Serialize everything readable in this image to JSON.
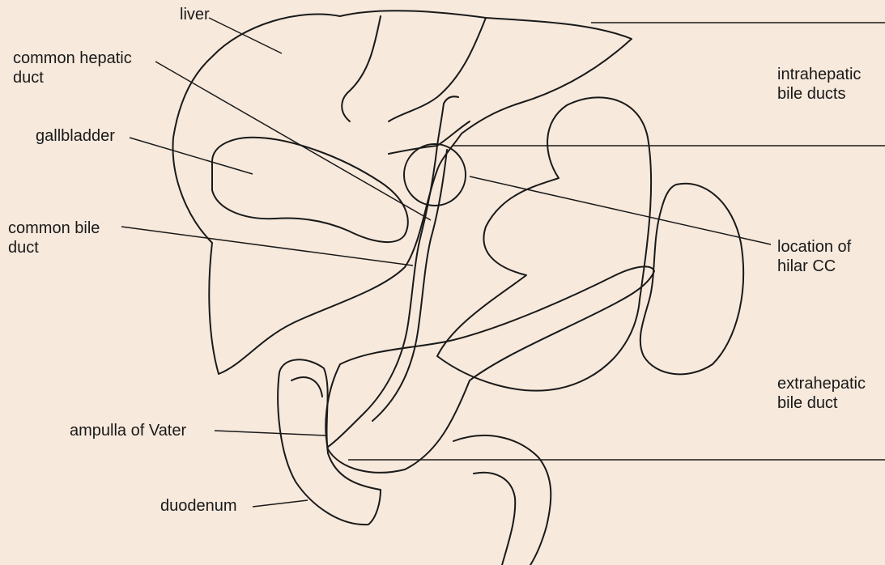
{
  "labels": {
    "liver": "liver",
    "common_hepatic_duct": [
      "common hepatic",
      "duct"
    ],
    "gallbladder": "gallbladder",
    "common_bile_duct": [
      "common bile",
      "duct"
    ],
    "ampulla_of_vater": "ampulla of Vater",
    "duodenum": "duodenum",
    "intrahepatic_bile_ducts": [
      "intrahepatic",
      "bile ducts"
    ],
    "location_of_hilar_cc": [
      "location of",
      "hilar CC"
    ],
    "extrahepatic_bile_duct": [
      "extrahepatic",
      "bile duct"
    ]
  },
  "colors": {
    "background": "#f7e9dc",
    "ink": "#1a1a1a"
  }
}
